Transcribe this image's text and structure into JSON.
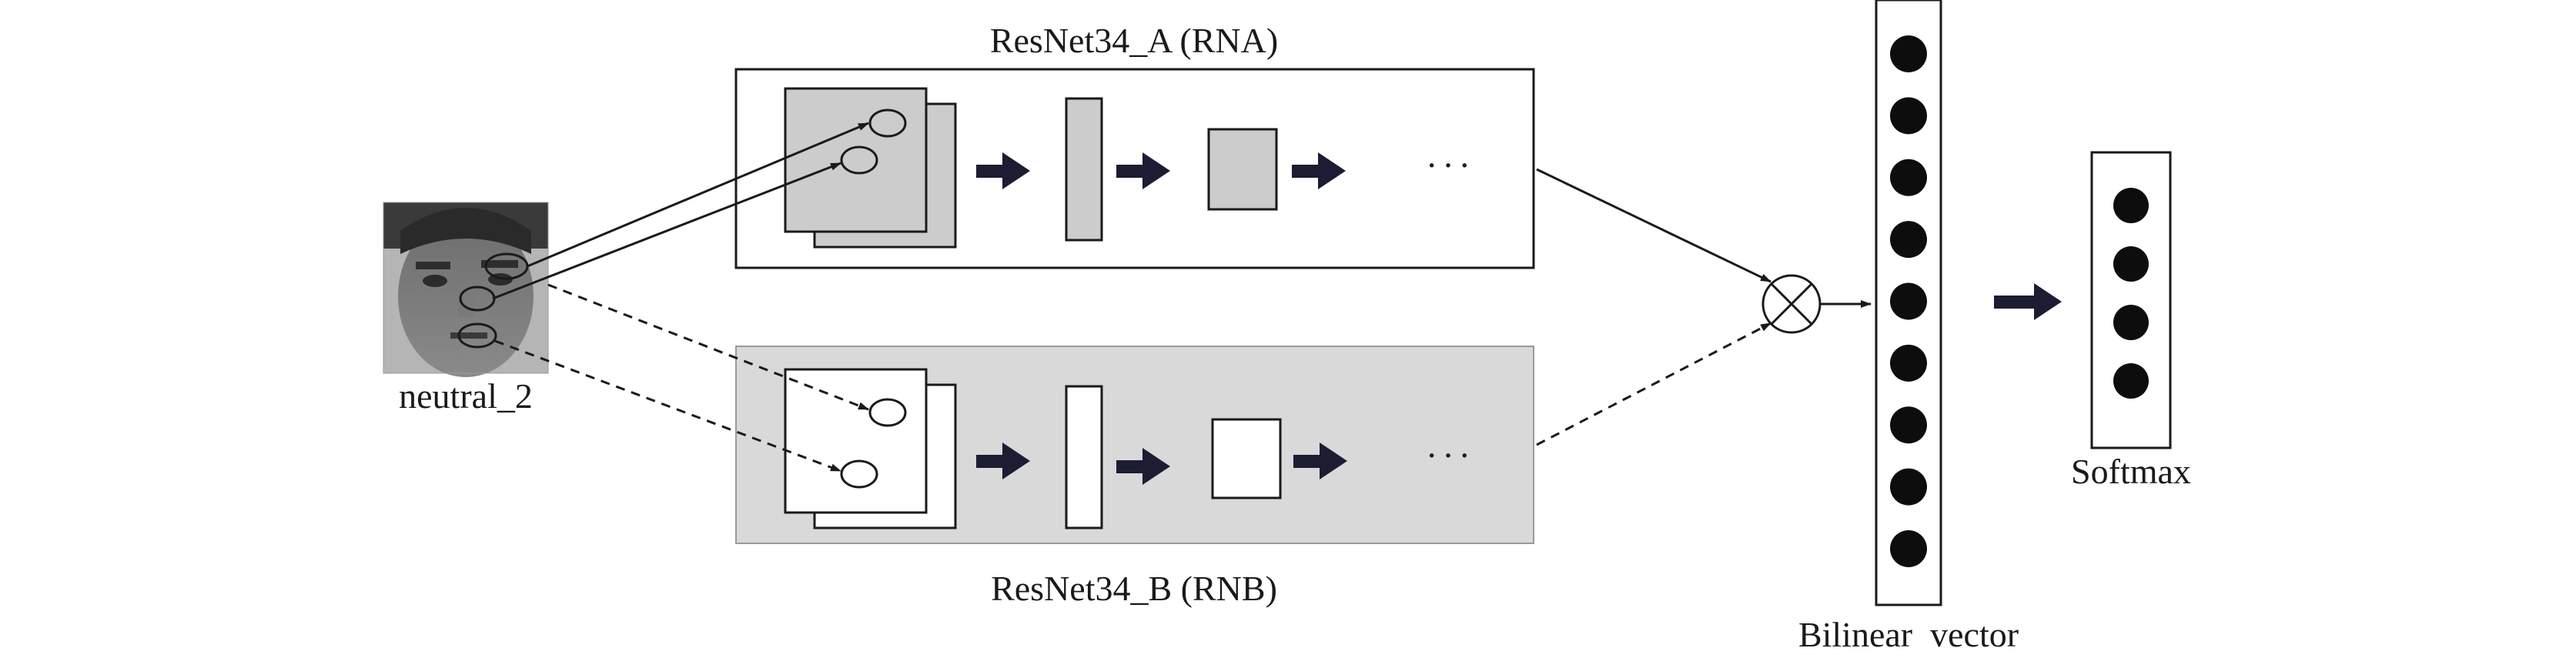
{
  "labels": {
    "branch_a_title": "ResNet34_A (RNA)",
    "branch_b_title": "ResNet34_B (RNB)",
    "input_label": "neutral_2",
    "bilinear_label": "Bilinear  vector",
    "softmax_label": "Softmax",
    "ellipsis": "···"
  },
  "colors": {
    "stroke": "#1a1a1a",
    "branch_a_fill": "#ffffff",
    "branch_b_fill": "#d9d9d9",
    "gray_block": "#cccccc",
    "thick_arrow": "#1c1c33",
    "node": "#0d0d0d"
  },
  "icons": {
    "combine": "circled-times-icon",
    "input": "face-image-icon"
  },
  "bilinear_nodes": 9,
  "softmax_nodes": 4
}
